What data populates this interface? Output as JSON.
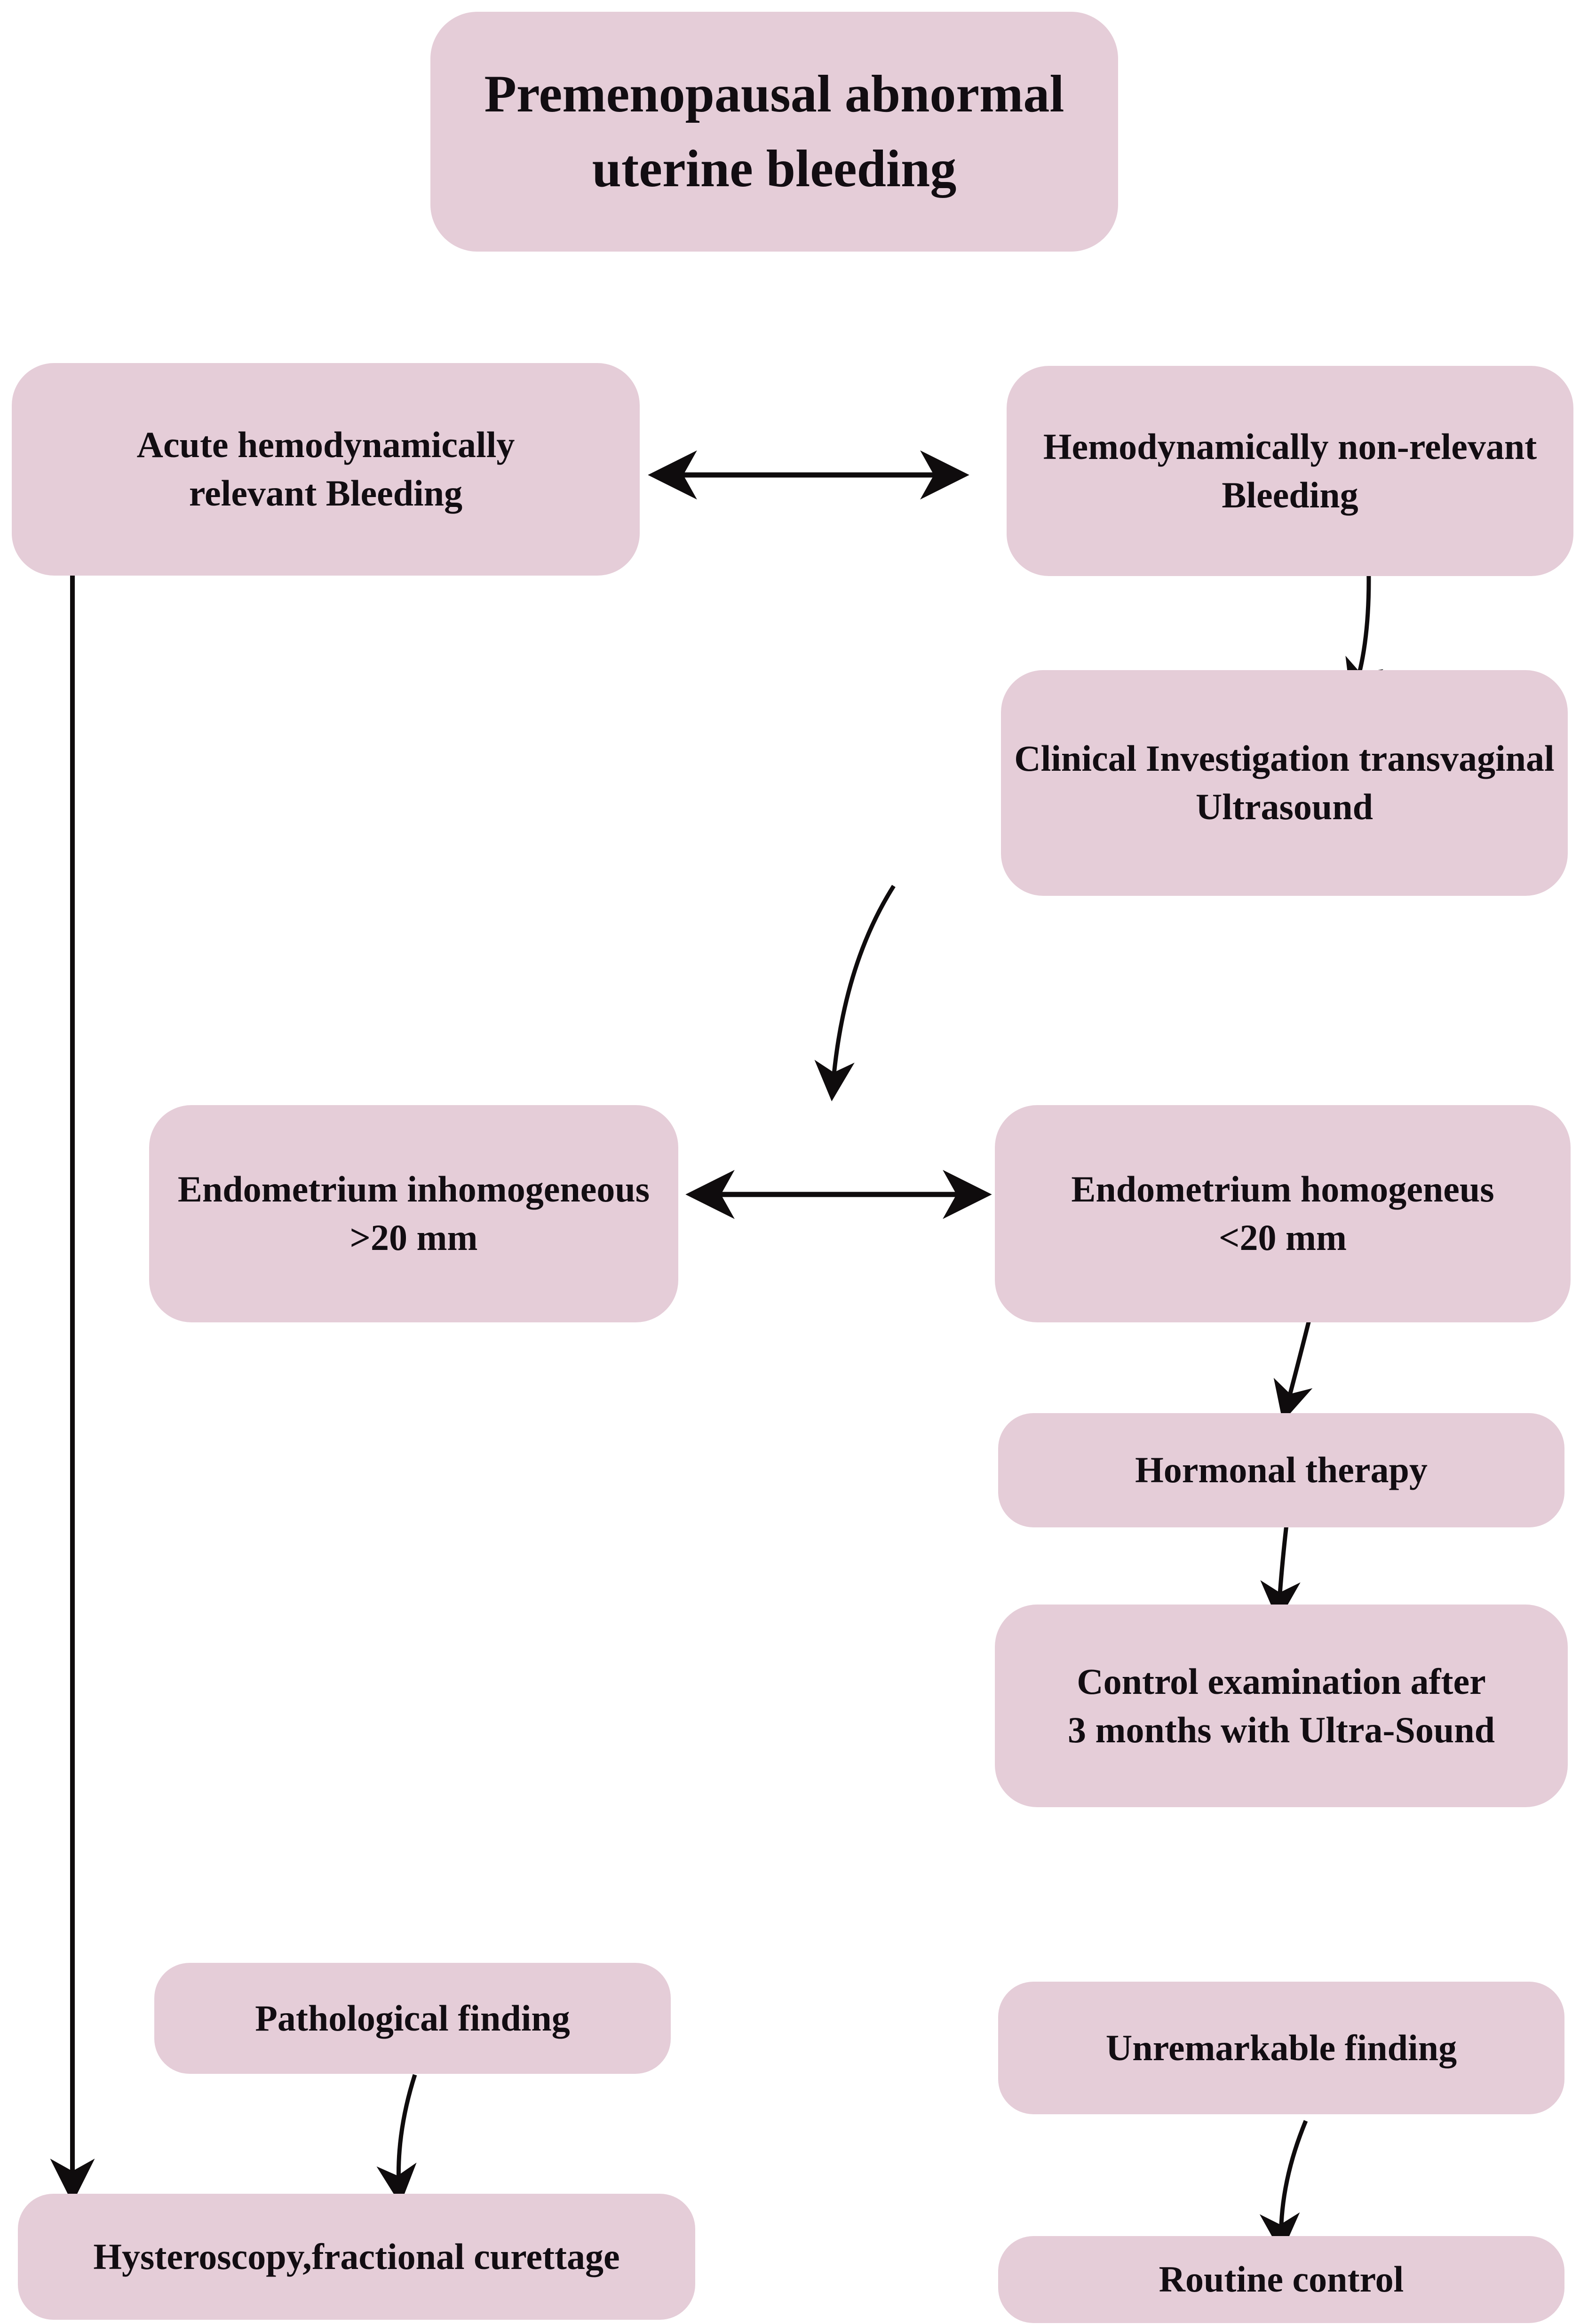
{
  "diagram": {
    "title": "Premenopausal abnormal uterine bleeding",
    "colors": {
      "node_fill": "#e5cdd8",
      "text_color": "#120d12",
      "arrow_color": "#0f0c0d",
      "background": "#ffffff"
    },
    "nodes": [
      {
        "id": "title",
        "label": "Premenopausal abnormal\nuterine bleeding"
      },
      {
        "id": "acute",
        "label": "Acute hemodynamically\nrelevant Bleeding"
      },
      {
        "id": "nonrelevant",
        "label": "Hemodynamically non-relevant\nBleeding"
      },
      {
        "id": "clinical",
        "label": "Clinical Investigation transvaginal\nUltrasound"
      },
      {
        "id": "inhomogeneous",
        "label": "Endometrium inhomogeneous\n>20 mm"
      },
      {
        "id": "homogeneous",
        "label": "Endometrium homogeneus\n<20 mm"
      },
      {
        "id": "hormonal",
        "label": "Hormonal therapy"
      },
      {
        "id": "control",
        "label": "Control examination after\n3 months with Ultra-Sound"
      },
      {
        "id": "pathological",
        "label": "Pathological finding"
      },
      {
        "id": "unremarkable",
        "label": "Unremarkable finding"
      },
      {
        "id": "hysteroscopy",
        "label": "Hysteroscopy,fractional curettage"
      },
      {
        "id": "routine",
        "label": "Routine control"
      }
    ],
    "edges": [
      {
        "from": "acute",
        "to": "nonrelevant",
        "type": "double-headed"
      },
      {
        "from": "nonrelevant",
        "to": "clinical",
        "type": "arrow"
      },
      {
        "from": "clinical",
        "to": "endometrium-row",
        "type": "arrow"
      },
      {
        "from": "inhomogeneous",
        "to": "homogeneous",
        "type": "double-headed"
      },
      {
        "from": "homogeneous",
        "to": "hormonal",
        "type": "arrow"
      },
      {
        "from": "hormonal",
        "to": "control",
        "type": "arrow"
      },
      {
        "from": "acute",
        "to": "hysteroscopy",
        "type": "arrow"
      },
      {
        "from": "pathological",
        "to": "hysteroscopy",
        "type": "arrow"
      },
      {
        "from": "unremarkable",
        "to": "routine",
        "type": "arrow"
      }
    ]
  }
}
